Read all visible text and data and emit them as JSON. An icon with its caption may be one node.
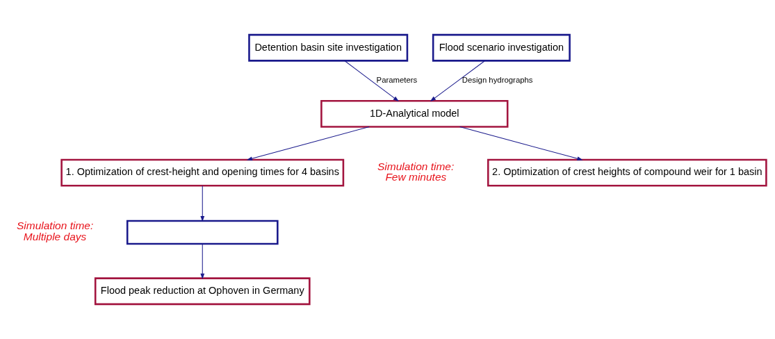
{
  "diagram": {
    "nodes": [
      {
        "text": [
          "Detention basin site investigation"
        ]
      },
      {
        "text": [
          "Flood scenario investigation"
        ]
      },
      {
        "text": [
          "1D-Analytical model"
        ]
      },
      {
        "text": [
          "1. Optimization of crest-height and opening times for 4 basins"
        ],
        "beside": [
          "Simulation time: Few minutes"
        ]
      },
      {
        "text": [
          "2. Optimization of crest heights of compound weir for 1 basin"
        ]
      },
      {
        "text": [],
        "shape": "box",
        "beside": [
          "Simulation time: Multiple days"
        ]
      },
      {
        "text": [
          "Flood peak reduction at Ophoven in Germany"
        ]
      }
    ],
    "edges": [
      {
        "from": 0,
        "to": 2,
        "arrow": "to",
        "label": "Parameters"
      },
      {
        "from": 1,
        "to": 2,
        "arrow": "to",
        "label": "Design hydrographs"
      },
      {
        "from": 2,
        "to": 3,
        "arrow": "to"
      },
      {
        "from": 2,
        "to": 4,
        "arrow": "to"
      },
      {
        "from": 3,
        "to": 5,
        "arrow": "to"
      },
      {
        "from": 5,
        "to": 6,
        "arrow": "to"
      }
    ]
  }
}
